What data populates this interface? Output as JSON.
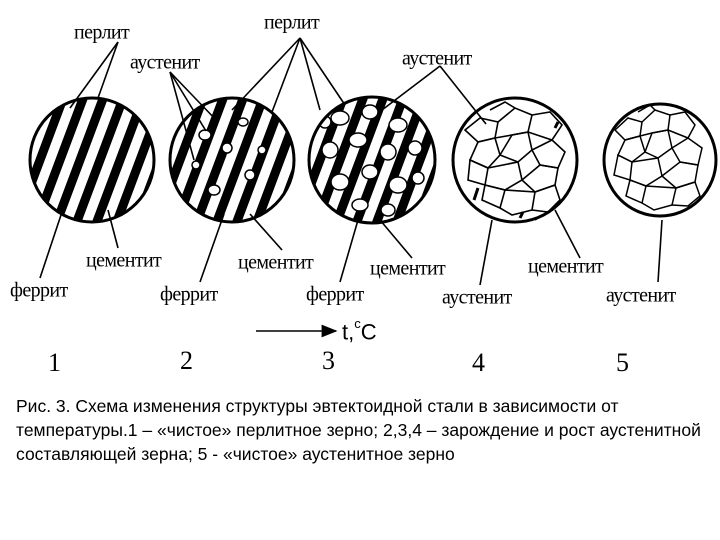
{
  "labels": {
    "perlit": "перлит",
    "austenit_label": "аустенит",
    "cementit": "цементит",
    "ferrit": "феррит",
    "austenit_bottom": "аустенит"
  },
  "axis": {
    "t": "t,",
    "deg": "с",
    "c": "С"
  },
  "stages": [
    "1",
    "2",
    "3",
    "4",
    "5"
  ],
  "caption": "Рис. 3. Схема изменения структуры эвтектоидной стали в зависимости от температуры.1 – «чистое» перлитное зерно; 2,3,4 – зарождение и рост аустенитной составляющей зерна; 5 - «чистое» аустенитное зерно"
}
